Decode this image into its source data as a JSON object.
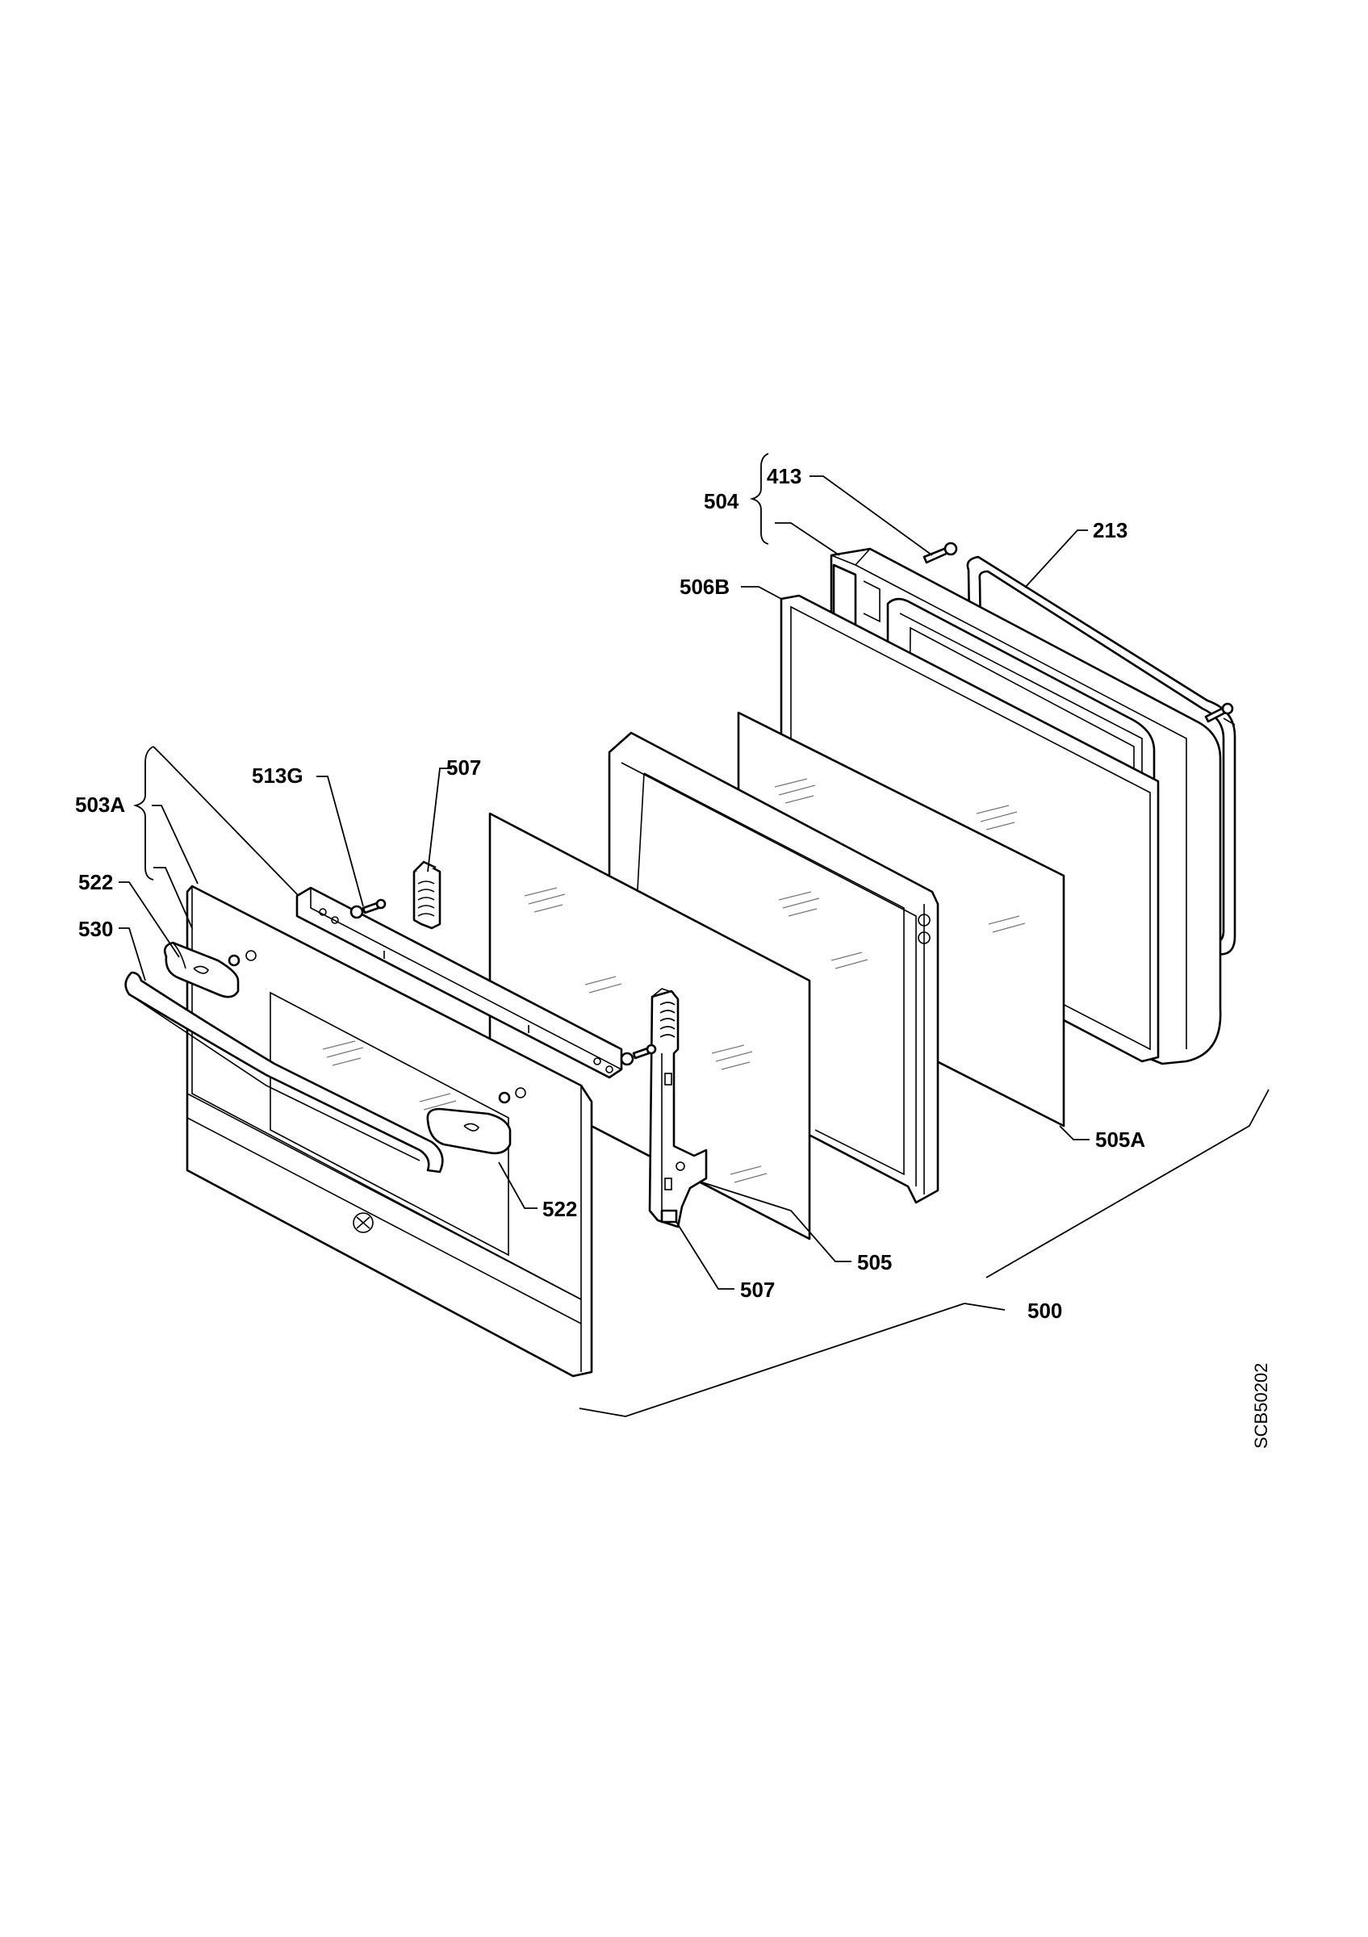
{
  "diagram": {
    "labels": {
      "p413": "413",
      "p504": "504",
      "p213": "213",
      "p506B": "506B",
      "p507_top": "507",
      "p513G": "513G",
      "p503A": "503A",
      "p522_left": "522",
      "p530": "530",
      "p522_right": "522",
      "p505A": "505A",
      "p505": "505",
      "p507_bottom": "507",
      "p500": "500"
    },
    "drawing_code": "SCB50202"
  }
}
